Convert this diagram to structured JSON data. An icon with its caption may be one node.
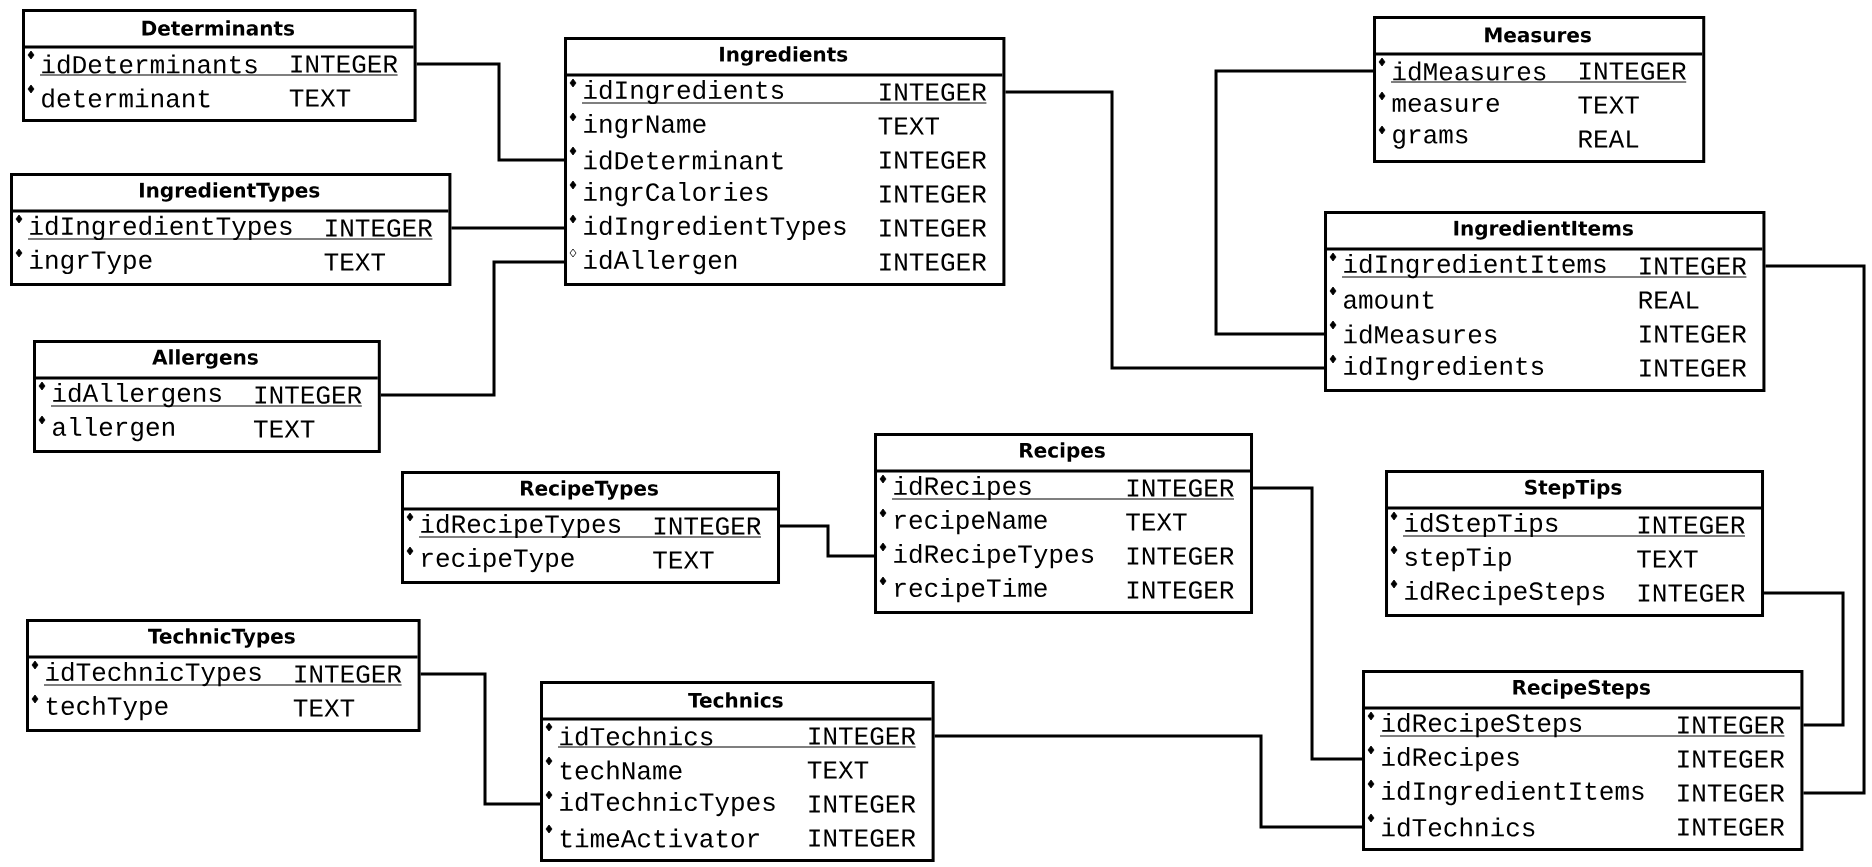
{
  "diagram": {
    "nodes": [
      {
        "text": [
          "Determinants",
          "idDeterminants",
          "INTEGER",
          "determinant",
          "TEXT"
        ]
      },
      {
        "text": [
          "Ingredients",
          "idIngredients",
          "INTEGER",
          "ingrName",
          "TEXT",
          "idDeterminant",
          "INTEGER",
          "ingrCalories",
          "INTEGER",
          "idIngredientTypes",
          "INTEGER",
          "idAllergen",
          "INTEGER"
        ]
      },
      {
        "text": [
          "Measures",
          "idMeasures",
          "INTEGER",
          "measure",
          "TEXT",
          "grams",
          "REAL"
        ]
      },
      {
        "text": [
          "IngredientTypes",
          "idIngredientTypes",
          "INTEGER",
          "ingrType",
          "TEXT"
        ]
      },
      {
        "text": [
          "IngredientItems",
          "idIngredientItems",
          "INTEGER",
          "amount",
          "REAL",
          "idMeasures",
          "INTEGER",
          "idIngredients",
          "INTEGER"
        ]
      },
      {
        "text": [
          "Allergens",
          "idAllergens",
          "INTEGER",
          "allergen",
          "TEXT"
        ]
      },
      {
        "text": [
          "Recipes",
          "idRecipes",
          "INTEGER",
          "recipeName",
          "TEXT",
          "idRecipeTypes",
          "INTEGER",
          "recipeTime",
          "INTEGER"
        ]
      },
      {
        "text": [
          "RecipeTypes",
          "idRecipeTypes",
          "INTEGER",
          "recipeType",
          "TEXT"
        ]
      },
      {
        "text": [
          "StepTips",
          "idStepTips",
          "INTEGER",
          "stepTip",
          "TEXT",
          "idRecipeSteps",
          "INTEGER"
        ]
      },
      {
        "text": [
          "TechnicTypes",
          "idTechnicTypes",
          "INTEGER",
          "techType",
          "TEXT"
        ]
      },
      {
        "text": [
          "Technics",
          "idTechnics",
          "INTEGER",
          "techName",
          "TEXT",
          "idTechnicTypes",
          "INTEGER",
          "timeActivator",
          "INTEGER"
        ]
      },
      {
        "text": [
          "RecipeSteps",
          "idRecipeSteps",
          "INTEGER",
          "idRecipes",
          "INTEGER",
          "idIngredientItems",
          "INTEGER",
          "idTechnics",
          "INTEGER"
        ]
      }
    ],
    "edges": [
      {
        "from": 0,
        "to": 1,
        "arrow": "none"
      },
      {
        "from": 3,
        "to": 1,
        "arrow": "none"
      },
      {
        "from": 5,
        "to": 1,
        "arrow": "none"
      },
      {
        "from": 1,
        "to": 4,
        "arrow": "none"
      },
      {
        "from": 2,
        "to": 4,
        "arrow": "none"
      },
      {
        "from": 4,
        "to": 11,
        "arrow": "none"
      },
      {
        "from": 6,
        "to": 11,
        "arrow": "none"
      },
      {
        "from": 7,
        "to": 6,
        "arrow": "none"
      },
      {
        "from": 8,
        "to": 11,
        "arrow": "none"
      },
      {
        "from": 9,
        "to": 10,
        "arrow": "none"
      },
      {
        "from": 10,
        "to": 11,
        "arrow": "none"
      }
    ]
  }
}
